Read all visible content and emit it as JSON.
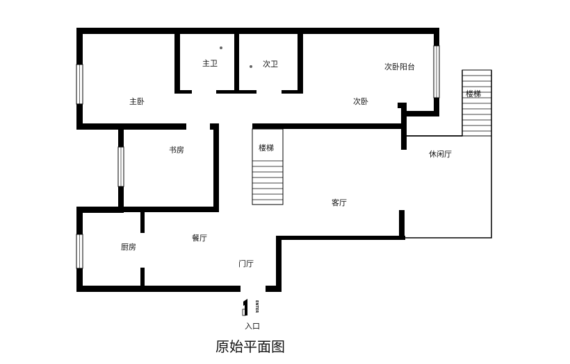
{
  "plan": {
    "title": "原始平面图",
    "entrance_label": "入口",
    "entrance_mark": "ENTER",
    "rooms": {
      "master_bedroom": "主卧",
      "master_bath": "主卫",
      "second_bath": "次卫",
      "second_bedroom_balcony": "次卧阳台",
      "second_bedroom": "次卧",
      "stairs_upper": "楼梯",
      "stairs_center": "楼梯",
      "study": "书房",
      "lounge": "休闲厅",
      "living_room": "客厅",
      "kitchen": "厨房",
      "dining_room": "餐厅",
      "foyer": "门厅"
    }
  }
}
